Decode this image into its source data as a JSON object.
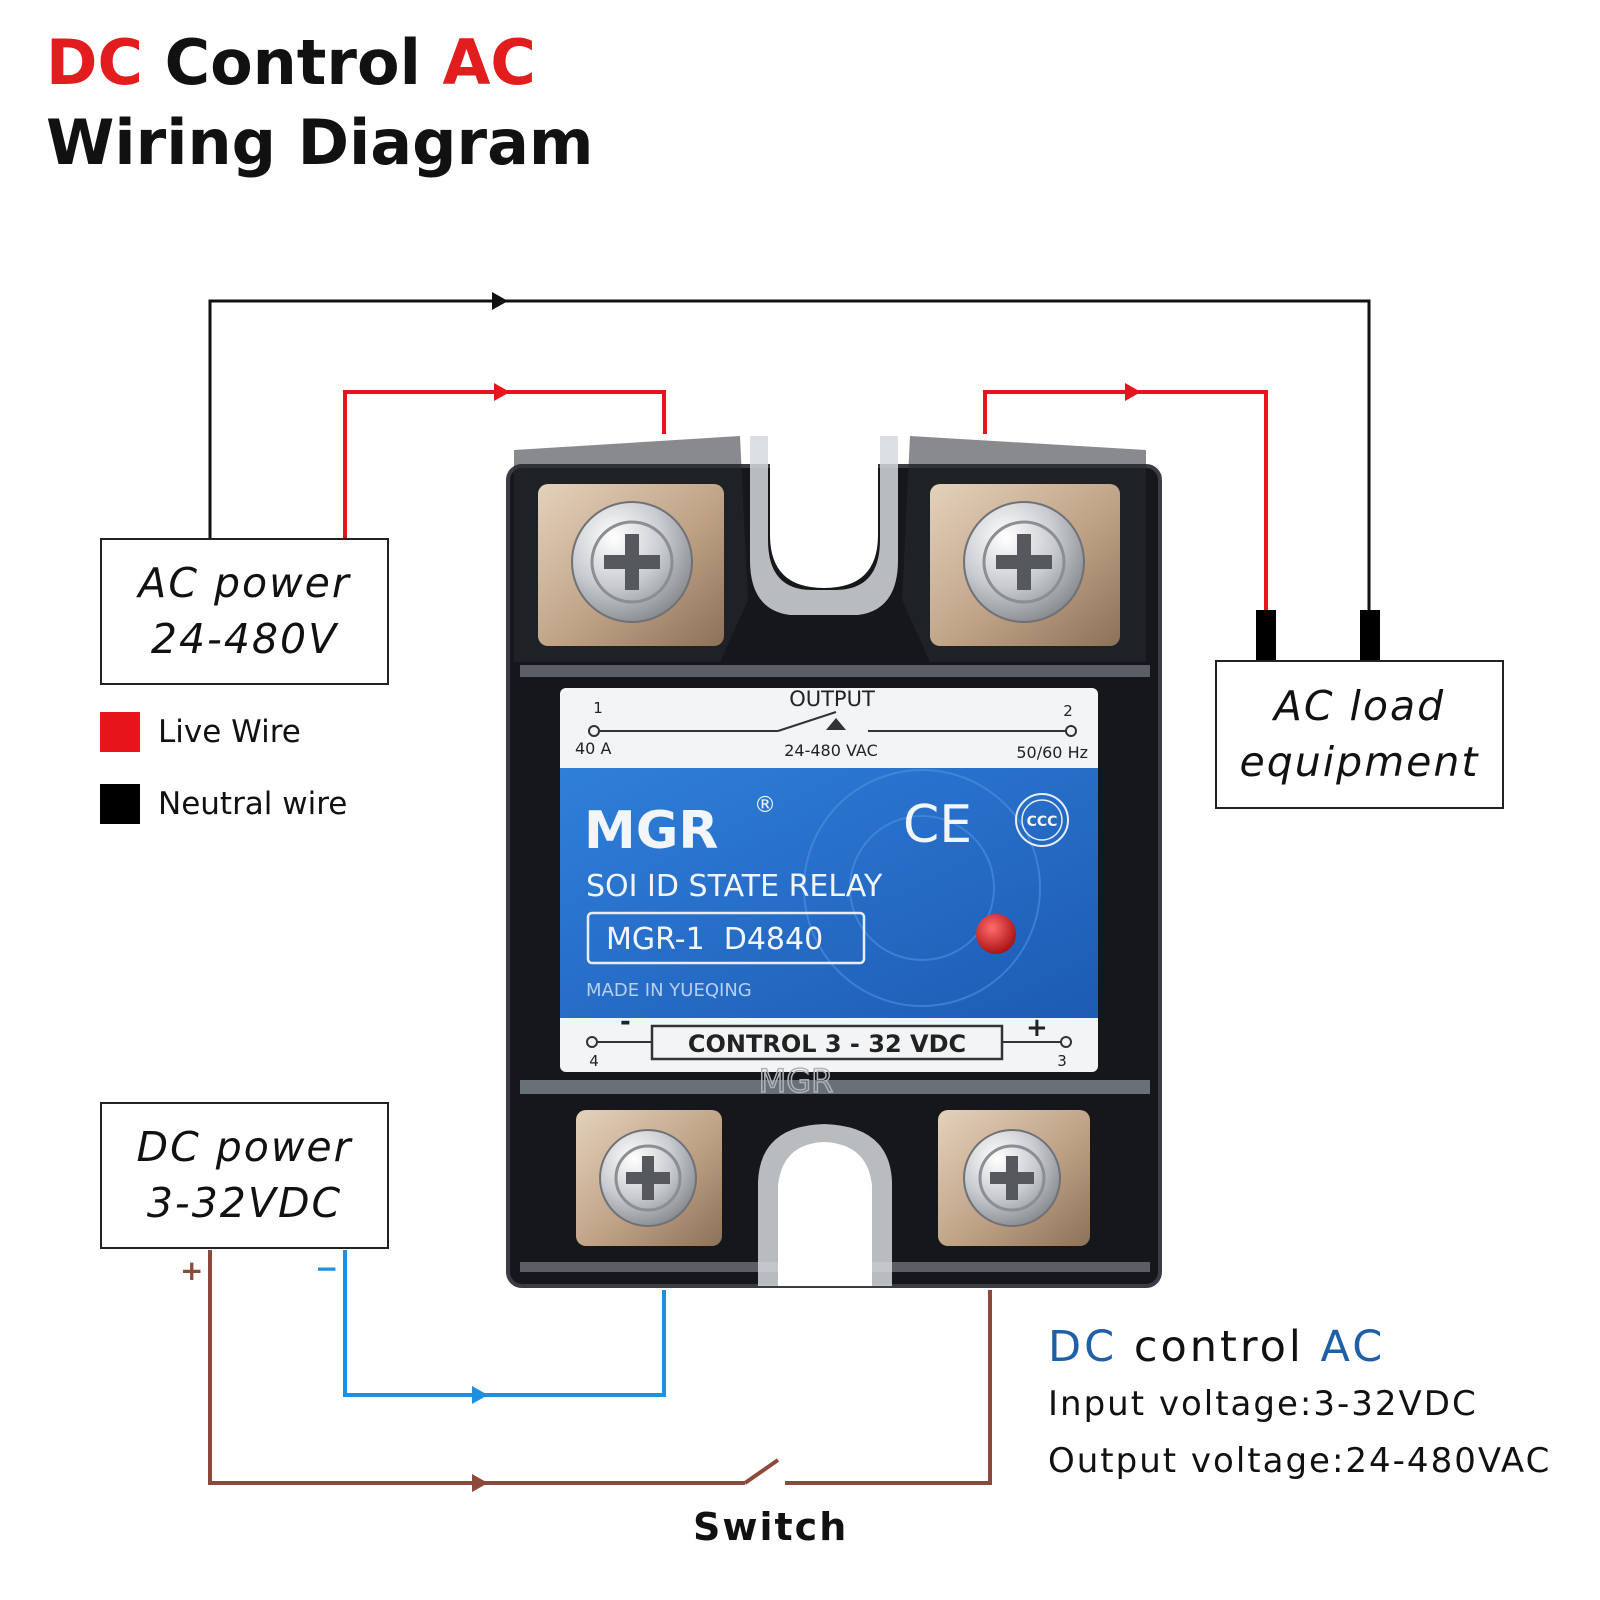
{
  "title": {
    "line1": {
      "word1": "DC",
      "word2": "Control",
      "word3": "AC"
    },
    "line2": "Wiring Diagram"
  },
  "ac_power": {
    "line1": "AC power",
    "line2": "24-480V"
  },
  "legend": [
    {
      "label": "Live Wire",
      "color": "#e8141b"
    },
    {
      "label": "Neutral wire",
      "color": "#000000"
    }
  ],
  "ac_load": {
    "line1": "AC load",
    "line2": "equipment"
  },
  "dc_power": {
    "line1": "DC power",
    "line2": "3-32VDC",
    "plus": "+",
    "minus": "−"
  },
  "relay": {
    "output_label": "OUTPUT",
    "terminal_1": "1",
    "terminal_2": "2",
    "terminal_3": "3",
    "terminal_4": "4",
    "current": "40 A",
    "voltage": "24-480 VAC",
    "frequency": "50/60 Hz",
    "brand": "MGR",
    "registered": "®",
    "ce_mark": "CE",
    "ccc_mark": "CCC",
    "name": "SOI ID STATE RELAY",
    "model": "MGR-1  D4840",
    "made_in": "MADE IN YUEQING",
    "control_label": "CONTROL 3 - 32 VDC",
    "minus": "-",
    "plus": "+",
    "bottom_brand": "MGR"
  },
  "switch_label": "Switch",
  "info": {
    "head_dc": "DC",
    "head_control": "control",
    "head_ac": "AC",
    "input": "Input voltage:3-32VDC",
    "output": "Output voltage:24-480VAC"
  },
  "colors": {
    "live": "#e8141b",
    "neutral": "#111111",
    "dc_negative": "#1e90e0",
    "dc_positive": "#8b4a3c",
    "relay_label_blue": "#2566c4",
    "info_blue": "#1f5fa8"
  }
}
